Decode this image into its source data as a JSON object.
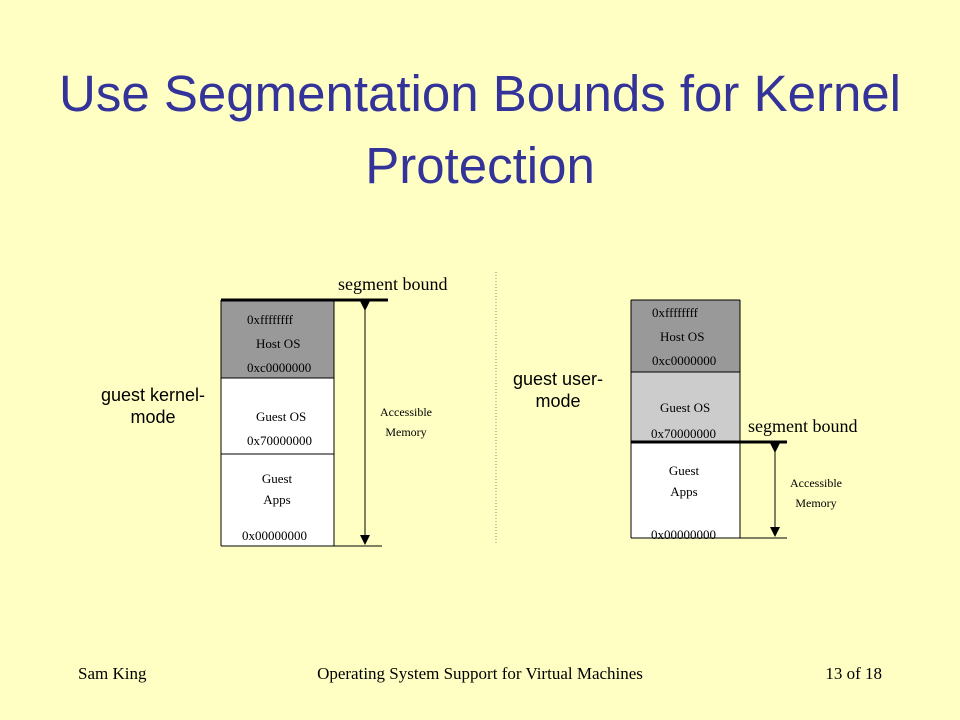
{
  "title": "Use Segmentation Bounds for Kernel Protection",
  "left_diagram": {
    "mode_label_line1": "guest kernel-",
    "mode_label_line2": "mode",
    "segment_bound": "segment bound",
    "accessible_line1": "Accessible",
    "accessible_line2": "Memory",
    "host_os": "Host OS",
    "addr_top": "0xffffffff",
    "addr_host_base": "0xc0000000",
    "guest_os": "Guest OS",
    "addr_guest_os_base": "0x70000000",
    "guest_apps_line1": "Guest",
    "guest_apps_line2": "Apps",
    "addr_bottom": "0x00000000"
  },
  "right_diagram": {
    "mode_label_line1": "guest user-",
    "mode_label_line2": "mode",
    "segment_bound": "segment bound",
    "accessible_line1": "Accessible",
    "accessible_line2": "Memory",
    "host_os": "Host OS",
    "addr_top": "0xffffffff",
    "addr_host_base": "0xc0000000",
    "guest_os": "Guest OS",
    "addr_guest_os_base": "0x70000000",
    "guest_apps_line1": "Guest",
    "guest_apps_line2": "Apps",
    "addr_bottom": "0x00000000"
  },
  "footer": {
    "author": "Sam King",
    "course": "Operating System Support for Virtual Machines",
    "page": "13 of 18"
  },
  "colors": {
    "background": "#ffffc4",
    "title": "#33339a",
    "host_os_fill": "#999999",
    "guest_os_fill_right": "#cccccc",
    "memory_fill": "#ffffff"
  }
}
